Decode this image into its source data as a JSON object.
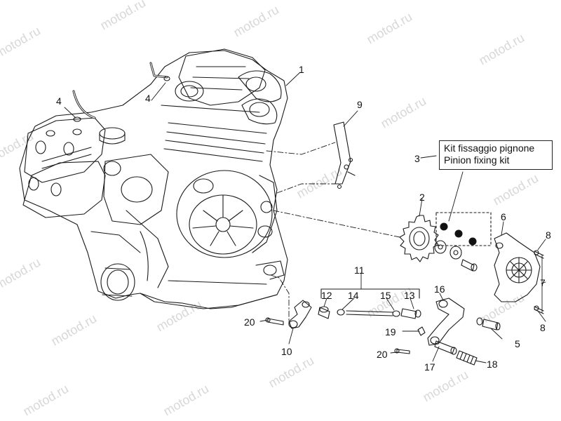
{
  "watermark": "motod.ru",
  "kit_label": {
    "line1": "Kit fissaggio pignone",
    "line2": "Pinion fixing kit"
  },
  "callouts": {
    "c1": "1",
    "c2": "2",
    "c3": "3",
    "c4a": "4",
    "c4b": "4",
    "c5": "5",
    "c6": "6",
    "c7": "7",
    "c8a": "8",
    "c8b": "8",
    "c9": "9",
    "c10": "10",
    "c11": "11",
    "c12": "12",
    "c13": "13",
    "c14": "14",
    "c15": "15",
    "c16": "16",
    "c17": "17",
    "c18": "18",
    "c19": "19",
    "c20a": "20",
    "c20b": "20"
  }
}
